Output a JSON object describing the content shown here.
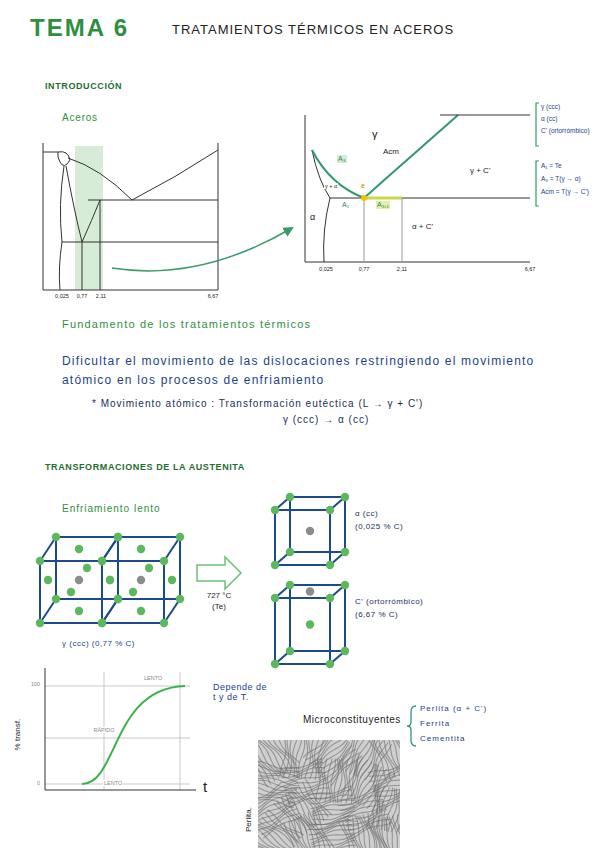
{
  "diagram": {
    "title": "TEMA 6",
    "nodes": [
      {
        "text": [
          "γ (ccc) (0,77 % C)"
        ]
      },
      {
        "text": [
          "α (cc)",
          "(0,025 % C)"
        ]
      },
      {
        "text": [
          "C' (ortorrómbico)",
          "(6,67 % C)"
        ]
      }
    ],
    "labels": [
      "TRATAMIENTOS TÉRMICOS EN ACEROS",
      "INTRODUCCIÓN",
      "Aceros",
      "0,025",
      "0,77",
      "2,11",
      "6,67",
      "γ",
      "Acm",
      "γ + C'",
      "A₃",
      "γ + α",
      "e",
      "α",
      "A₁",
      "A₃,₁",
      "α + C'",
      "0,025",
      "0,77",
      "2,11",
      "6,67",
      "γ (ccc)",
      "α (cc)",
      "C' (ortorrómbico)",
      "A₁ = Te",
      "A₃ = T(γ → α)",
      "Acm = T(γ → C')",
      "Fundamento de los tratamientos térmicos",
      "Dificultar el movimiento de las dislocaciones restringiendo el movimiento atómico en los procesos de enfriamiento",
      "* Movimiento atómico : Transformación eutéctica (L → γ + C')",
      "γ (ccc) → α (cc)",
      "TRANSFORMACIONES DE LA AUSTENITA",
      "Enfriamiento lento",
      "727 °C",
      "(Te)",
      "% transf.",
      "100",
      "0",
      "LENTO",
      "RÁPIDO",
      "LENTO",
      "t",
      "Depende de t y de T.",
      "Microconstituyentes",
      "Perlita (α + C')",
      "Ferrita",
      "Cementita",
      "Perlita."
    ]
  }
}
